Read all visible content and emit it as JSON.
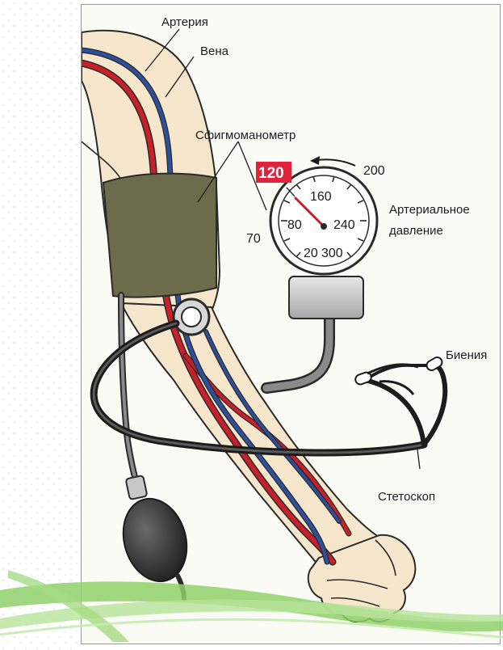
{
  "labels": {
    "artery": "Артерия",
    "vein": "Вена",
    "sphygmomanometer": "Сфигмоманометр",
    "pressure_line1": "Артериальное",
    "pressure_line2": "давление",
    "beats": "Биения",
    "stethoscope": "Стетоскоп"
  },
  "gauge": {
    "current_value": "120",
    "scale": [
      "20",
      "70",
      "80",
      "160",
      "200",
      "240",
      "300"
    ]
  },
  "colors": {
    "artery": "#c8202a",
    "vein": "#2d4f9c",
    "cuff": "#6c6b4b",
    "skin": "#f6e6cc",
    "value_box": "#e2213a",
    "ribbon": "#8fd06a"
  }
}
